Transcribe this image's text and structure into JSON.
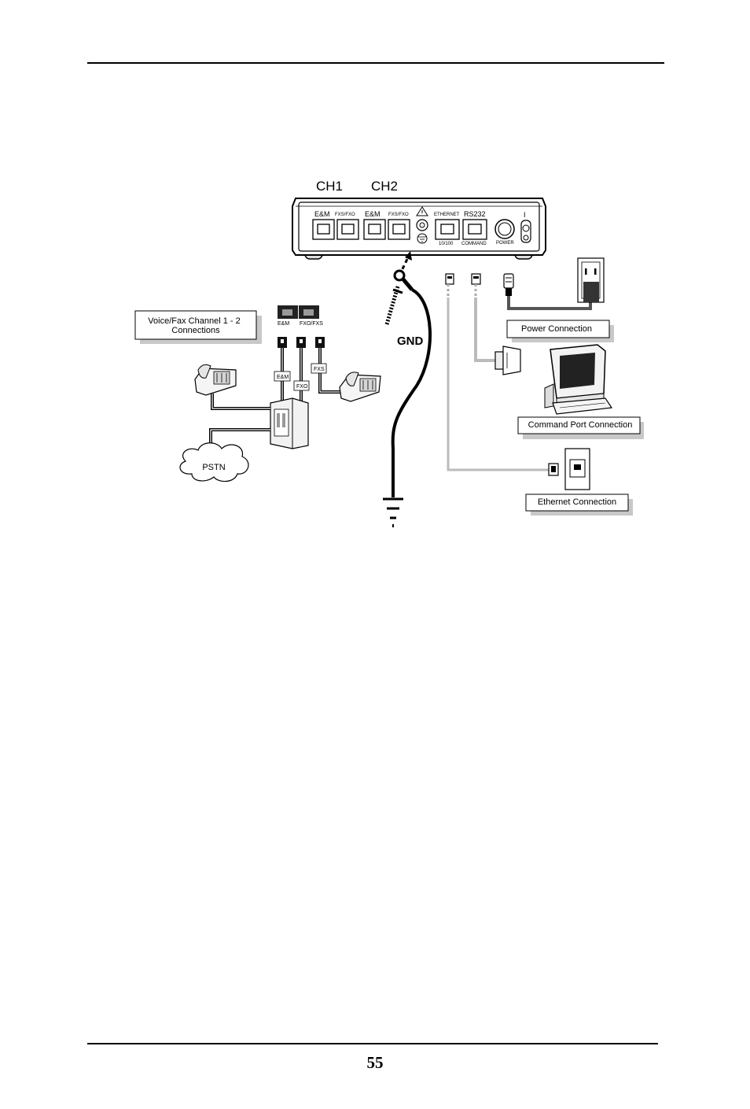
{
  "page": {
    "number": "55"
  },
  "device": {
    "channels": [
      "CH1",
      "CH2"
    ],
    "ports": {
      "ch1_em": "E&M",
      "ch1_fxs": "FXS/FXO",
      "ch2_em": "E&M",
      "ch2_fxs": "FXS/FXO",
      "ethernet": "ETHERNET",
      "rs232": "RS232",
      "speed": "10/100",
      "command": "COMMAND",
      "power": "POWER",
      "switch_on": "I"
    }
  },
  "labels": {
    "voice_fax_line1": "Voice/Fax Channel 1 - 2",
    "voice_fax_line2": "Connections",
    "power_connection": "Power Connection",
    "command_port_connection": "Command Port Connection",
    "ethernet_connection": "Ethernet Connection",
    "gnd": "GND",
    "pstn": "PSTN",
    "jack_em": "E&M",
    "jack_fxo_fxs": "FXO/FXS",
    "tag_em": "E&M",
    "tag_fxo": "FXO",
    "tag_fxs": "FXS"
  }
}
